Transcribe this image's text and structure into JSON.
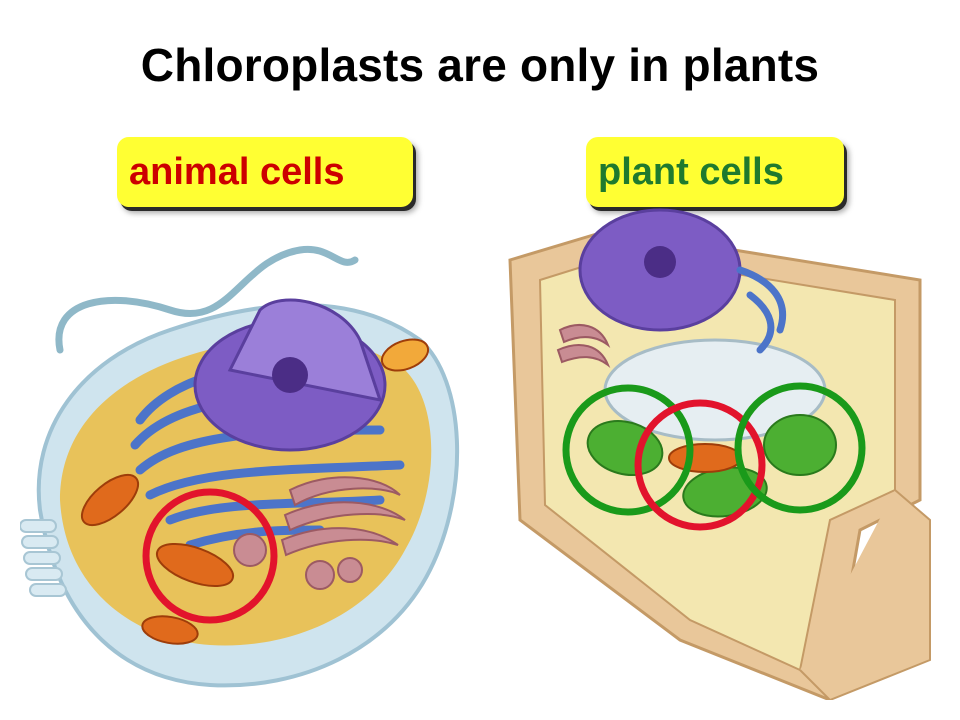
{
  "slide": {
    "title": "Chloroplasts are only in plants"
  },
  "labels": {
    "animal": "animal cells",
    "plant": "plant cells"
  },
  "colors": {
    "title_text": "#000000",
    "label_background": "#ffff33",
    "animal_label_text": "#cc0000",
    "plant_label_text": "#1f7a2e",
    "red_circle": "#e2132c",
    "green_circle": "#1a9a1a"
  },
  "illustrations": {
    "animal_cell": "animal-cell-cutaway",
    "plant_cell": "plant-cell-cutaway"
  },
  "markers": {
    "animal_cell": [
      "red-circle-mitochondrion"
    ],
    "plant_cell": [
      "green-circle-chloroplast",
      "red-circle-mitochondrion",
      "green-circle-chloroplast"
    ]
  }
}
